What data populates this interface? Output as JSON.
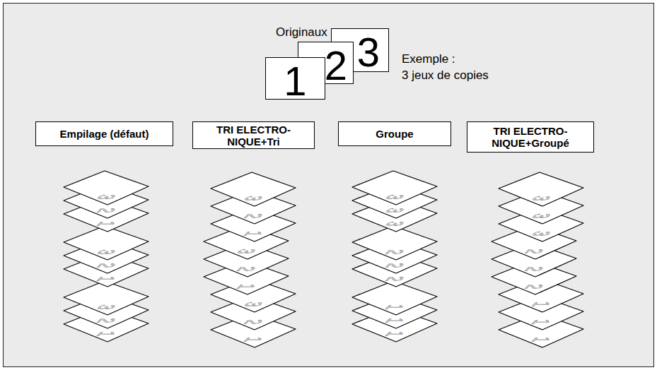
{
  "diagram": {
    "nodes": [
      {
        "text": [
          "1"
        ]
      },
      {
        "text": [
          "2"
        ]
      },
      {
        "text": [
          "3"
        ]
      },
      {
        "text": [
          "Empilage (défaut)"
        ]
      },
      {
        "text": [
          "TRI ELECTRO- NIQUE+Tri"
        ]
      },
      {
        "text": [
          "Groupe"
        ]
      },
      {
        "text": [
          "TRI ELECTRO- NIQUE+Groupé"
        ]
      },
      {
        "text": [
          "3"
        ]
      },
      {
        "text": [
          "2"
        ]
      },
      {
        "text": [
          "1"
        ]
      },
      {
        "text": [
          "3"
        ]
      },
      {
        "text": [
          "2"
        ]
      },
      {
        "text": [
          "1"
        ]
      },
      {
        "text": [
          "3"
        ]
      },
      {
        "text": [
          "2"
        ]
      },
      {
        "text": [
          "1"
        ]
      },
      {
        "text": [
          "3"
        ]
      },
      {
        "text": [
          "2"
        ]
      },
      {
        "text": [
          "1"
        ]
      },
      {
        "text": [
          "3"
        ]
      },
      {
        "text": [
          "2"
        ]
      },
      {
        "text": [
          "1"
        ]
      },
      {
        "text": [
          "3"
        ]
      },
      {
        "text": [
          "2"
        ]
      },
      {
        "text": [
          "1"
        ]
      },
      {
        "text": [
          "3"
        ]
      },
      {
        "text": [
          "3"
        ]
      },
      {
        "text": [
          "3"
        ]
      },
      {
        "text": [
          "2"
        ]
      },
      {
        "text": [
          "2"
        ]
      },
      {
        "text": [
          "2"
        ]
      },
      {
        "text": [
          "1"
        ]
      },
      {
        "text": [
          "1"
        ]
      },
      {
        "text": [
          "1"
        ]
      },
      {
        "text": [
          "3"
        ]
      },
      {
        "text": [
          "3"
        ]
      },
      {
        "text": [
          "3"
        ]
      },
      {
        "text": [
          "2"
        ]
      },
      {
        "text": [
          "2"
        ]
      },
      {
        "text": [
          "2"
        ]
      },
      {
        "text": [
          "1"
        ]
      },
      {
        "text": [
          "1"
        ]
      },
      {
        "text": [
          "1"
        ]
      }
    ],
    "labels": [
      "Originaux",
      "Exemple :",
      "3 jeux de copies"
    ]
  }
}
